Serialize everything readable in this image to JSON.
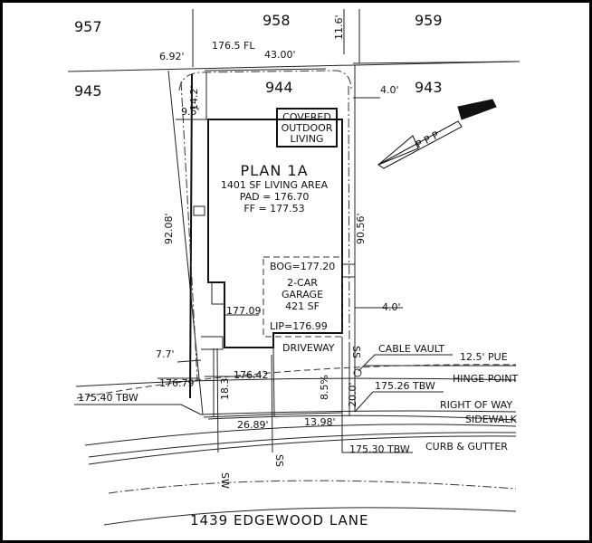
{
  "lots": {
    "n957": "957",
    "n958": "958",
    "n959": "959",
    "n945": "945",
    "n944": "944",
    "n943": "943"
  },
  "dims": {
    "d692": "6.92'",
    "d1765fl": "176.5 FL",
    "d4300": "43.00'",
    "d116": "11.6'",
    "d142": "14.2'",
    "d95": "9.5'",
    "d40top": "4.0'",
    "d40mid": "4.0'",
    "d9208": "92.08'",
    "d9056": "90.56'",
    "d77": "7.7'",
    "d183": "18.3'",
    "d85": "8.5%",
    "d200": "20.0'",
    "d2689": "26.89'",
    "d1398": "13.98'",
    "e17709": "177.09",
    "e17679": "176.79",
    "e17642": "176.42"
  },
  "house": {
    "covered": [
      "COVERED",
      "OUTDOOR",
      "LIVING"
    ],
    "plan": "PLAN 1A",
    "living": "1401 SF LIVING AREA",
    "pad": "PAD = 176.70",
    "ff": "FF = 177.53",
    "bog": "BOG=177.20",
    "garage": [
      "2-CAR",
      "GARAGE",
      "421 SF"
    ],
    "lip": "LIP=176.99",
    "driveway": "DRIVEWAY"
  },
  "callouts": {
    "cable": "CABLE VAULT",
    "pue": "12.5' PUE",
    "hinge": "HINGE POINT",
    "row": "RIGHT OF WAY",
    "sidewalk": "SIDEWALK",
    "curb": "CURB & GUTTER",
    "tbw1": "175.40 TBW",
    "tbw2": "175.26 TBW",
    "tbw3": "175.30 TBW",
    "sw": "SW",
    "ss1": "SS",
    "ss2": "SS"
  },
  "street": "1439 EDGEWOOD LANE"
}
